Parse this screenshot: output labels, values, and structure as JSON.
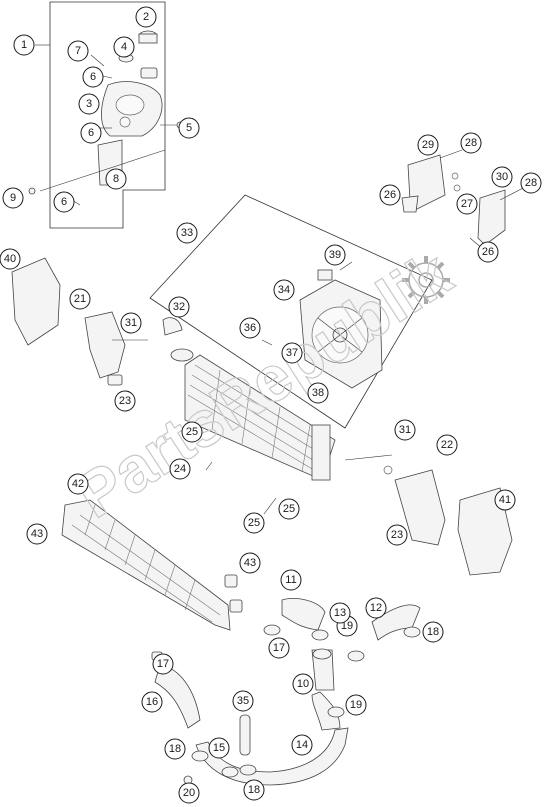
{
  "diagram": {
    "watermark": "PartsRepublik",
    "callouts": [
      "1",
      "2",
      "3",
      "4",
      "5",
      "6",
      "7",
      "8",
      "9",
      "10",
      "11",
      "12",
      "13",
      "14",
      "15",
      "16",
      "17",
      "18",
      "19",
      "20",
      "21",
      "22",
      "23",
      "24",
      "25",
      "26",
      "27",
      "28",
      "29",
      "30",
      "31",
      "32",
      "33",
      "34",
      "35",
      "36",
      "37",
      "38",
      "39",
      "40",
      "41",
      "42",
      "43"
    ]
  },
  "colors": {
    "line": "#333333",
    "fill": "#f4f4f4",
    "watermark": "#c9c9c9"
  }
}
